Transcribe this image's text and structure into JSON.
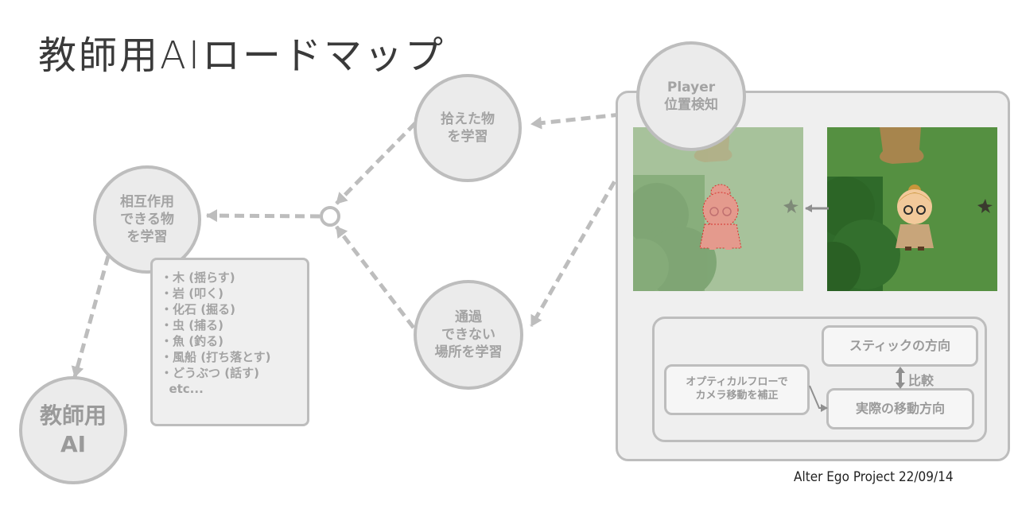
{
  "title": "教師用AIロードマップ",
  "credit": "Alter Ego Project 22/09/14",
  "nodes": {
    "teacher_ai": "教師用\nAI",
    "interactive": "相互作用\nできる物\nを学習",
    "pickup": "拾えた物\nを学習",
    "impassable": "通過\nできない\n場所を学習",
    "player": "Player\n位置検知"
  },
  "interactive_list": [
    "・木 (揺らす)",
    "・岩 (叩く)",
    "・化石 (掘る)",
    "・虫 (捕る)",
    "・魚 (釣る)",
    "・風船 (打ち落とす)",
    "・どうぶつ (話す)",
    "  etc..."
  ],
  "process": {
    "optical_flow": "オプティカルフローで\nカメラ移動を補正",
    "stick_direction": "スティックの方向",
    "compare": "比較",
    "actual_direction": "実際の移動方向"
  }
}
